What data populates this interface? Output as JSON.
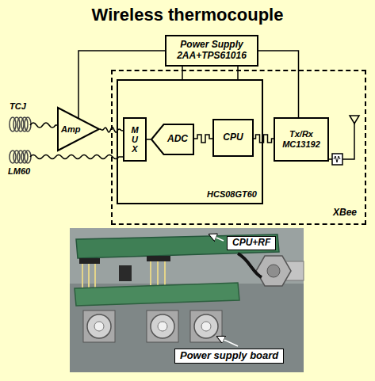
{
  "diagram": {
    "title": "Wireless thermocouple",
    "nodes": [
      {
        "text": [
          "Power Supply 2AA+TPS61016"
        ]
      },
      {
        "text": [
          "XBee"
        ]
      },
      {
        "text": [
          "HCS08GT60"
        ],
        "in": 1
      },
      {
        "text": [
          "MUX"
        ],
        "in": 2
      },
      {
        "text": [
          "ADC"
        ],
        "in": 2
      },
      {
        "text": [
          "CPU"
        ],
        "in": 2
      },
      {
        "text": [
          "Tx/Rx MC13192"
        ],
        "in": 1
      },
      {
        "text": [
          "Amp"
        ]
      }
    ],
    "edges": [
      {
        "from": 0,
        "to": 7,
        "arrow": "none"
      },
      {
        "from": 0,
        "to": 2,
        "arrow": "none"
      },
      {
        "from": 0,
        "to": 2,
        "arrow": "none"
      },
      {
        "from": 0,
        "to": 6,
        "arrow": "none"
      },
      {
        "from": 7,
        "to": 3,
        "arrow": "none"
      },
      {
        "from": 3,
        "to": 4,
        "arrow": "none"
      },
      {
        "from": 4,
        "to": 5,
        "arrow": "none"
      },
      {
        "from": 5,
        "to": 6,
        "arrow": "none"
      }
    ],
    "labels": [
      "TCJ",
      "LM60",
      "CPU+RF",
      "Power supply board"
    ]
  }
}
